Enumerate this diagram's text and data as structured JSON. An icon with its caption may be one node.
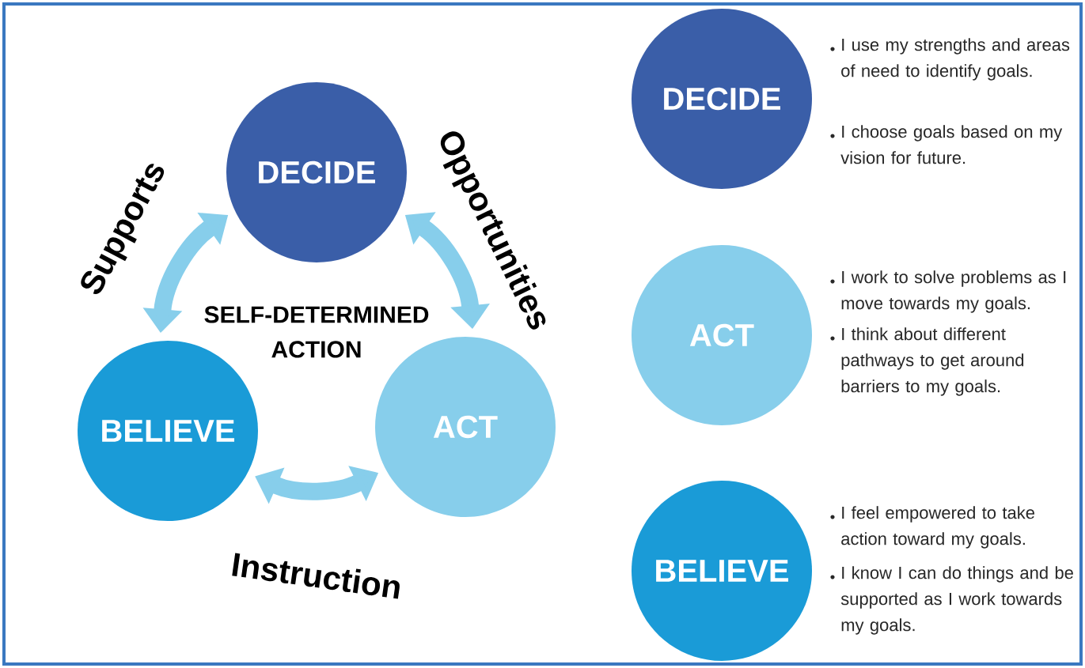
{
  "diagram": {
    "nodes": [
      {
        "text": [
          "DECIDE"
        ]
      },
      {
        "text": [
          "BELIEVE"
        ]
      },
      {
        "text": [
          "ACT"
        ]
      },
      {
        "text": [
          "DECIDE"
        ],
        "beside": [
          "I use my strengths and areas of need to identify goals.",
          "I choose goals based on my vision for future."
        ]
      },
      {
        "text": [
          "ACT"
        ],
        "beside": [
          "I work to solve problems as I move towards my goals.",
          "I think about different pathways to get around barriers to my goals."
        ]
      },
      {
        "text": [
          "BELIEVE"
        ],
        "beside": [
          "I feel empowered to take action toward my goals.",
          "I know I can do things and be supported as I work towards my goals."
        ]
      }
    ],
    "edges": [
      {
        "from": 0,
        "to": 1,
        "arrow": "both",
        "label": "Supports"
      },
      {
        "from": 0,
        "to": 2,
        "arrow": "both",
        "label": "Opportunities"
      },
      {
        "from": 1,
        "to": 2,
        "arrow": "both",
        "label": "Instruction"
      }
    ],
    "labels": [
      "SELF-DETERMINED ACTION"
    ]
  }
}
